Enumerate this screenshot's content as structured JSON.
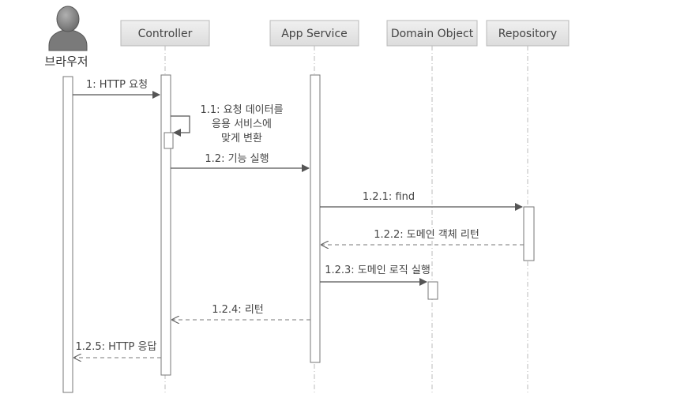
{
  "actor": {
    "label": "브라우저"
  },
  "participants": [
    {
      "id": "controller",
      "label": "Controller"
    },
    {
      "id": "app_service",
      "label": "App Service"
    },
    {
      "id": "domain_object",
      "label": "Domain Object"
    },
    {
      "id": "repository",
      "label": "Repository"
    }
  ],
  "messages": [
    {
      "id": "m1",
      "label": "1: HTTP 요청",
      "type": "sync"
    },
    {
      "id": "m1_1",
      "lines": [
        "1.1: 요청 데이터를",
        "응용 서비스에",
        "맞게 변환"
      ],
      "type": "self"
    },
    {
      "id": "m1_2",
      "label": "1.2: 기능 실행",
      "type": "sync"
    },
    {
      "id": "m1_2_1",
      "label": "1.2.1: find",
      "type": "sync"
    },
    {
      "id": "m1_2_2",
      "label": "1.2.2: 도메인 객체 리턴",
      "type": "return"
    },
    {
      "id": "m1_2_3",
      "label": "1.2.3: 도메인 로직 실행",
      "type": "sync"
    },
    {
      "id": "m1_2_4",
      "label": "1.2.4: 리턴",
      "type": "return"
    },
    {
      "id": "m1_2_5",
      "label": "1.2.5: HTTP 응답",
      "type": "return"
    }
  ],
  "colors": {
    "line": "#666666",
    "lifeline": "#bbbbbb",
    "header_fill": "#e4e4e4",
    "header_stroke": "#b8b8b8",
    "actor": "#8a8a8a"
  }
}
